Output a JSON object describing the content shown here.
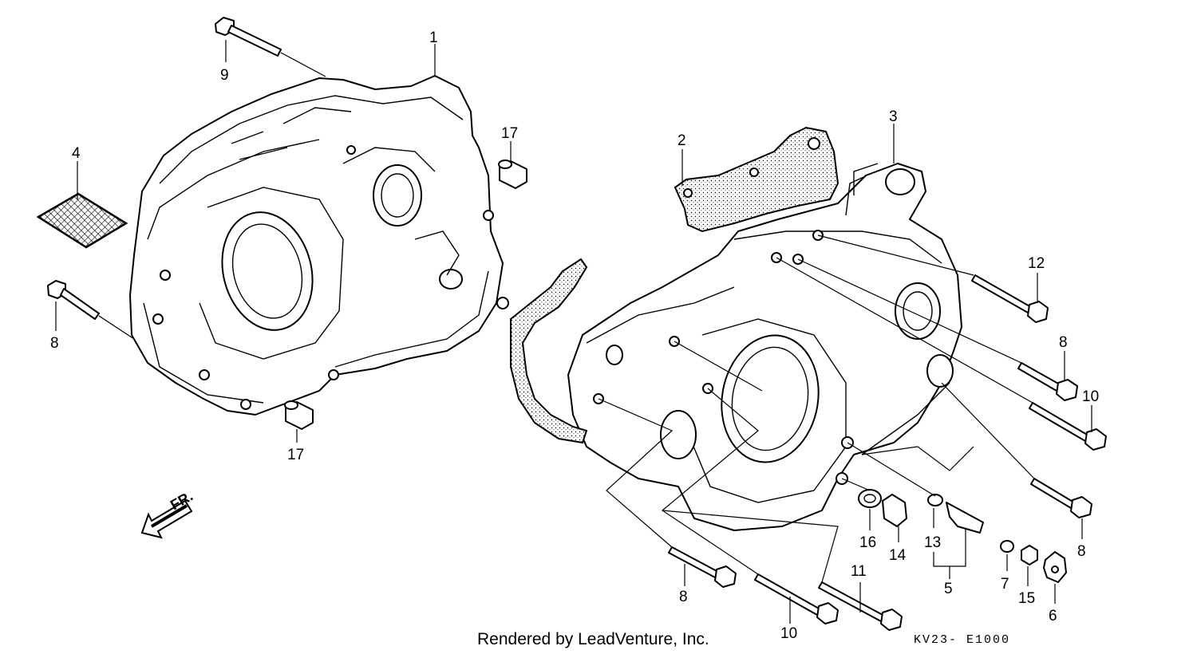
{
  "callouts": [
    {
      "id": "label-1",
      "text": "1"
    },
    {
      "id": "label-2",
      "text": "2"
    },
    {
      "id": "label-3",
      "text": "3"
    },
    {
      "id": "label-4",
      "text": "4"
    },
    {
      "id": "label-5",
      "text": "5"
    },
    {
      "id": "label-6",
      "text": "6"
    },
    {
      "id": "label-7",
      "text": "7"
    },
    {
      "id": "label-8a",
      "text": "8"
    },
    {
      "id": "label-8b",
      "text": "8"
    },
    {
      "id": "label-8c",
      "text": "8"
    },
    {
      "id": "label-8d",
      "text": "8"
    },
    {
      "id": "label-9",
      "text": "9"
    },
    {
      "id": "label-10a",
      "text": "10"
    },
    {
      "id": "label-10b",
      "text": "10"
    },
    {
      "id": "label-11",
      "text": "11"
    },
    {
      "id": "label-12",
      "text": "12"
    },
    {
      "id": "label-13",
      "text": "13"
    },
    {
      "id": "label-14",
      "text": "14"
    },
    {
      "id": "label-15",
      "text": "15"
    },
    {
      "id": "label-16",
      "text": "16"
    },
    {
      "id": "label-17a",
      "text": "17"
    },
    {
      "id": "label-17b",
      "text": "17"
    }
  ],
  "direction_label": "FR.",
  "footer": {
    "credit": "Rendered by LeadVenture, Inc.",
    "diagram_code": "KV23- E1000"
  }
}
